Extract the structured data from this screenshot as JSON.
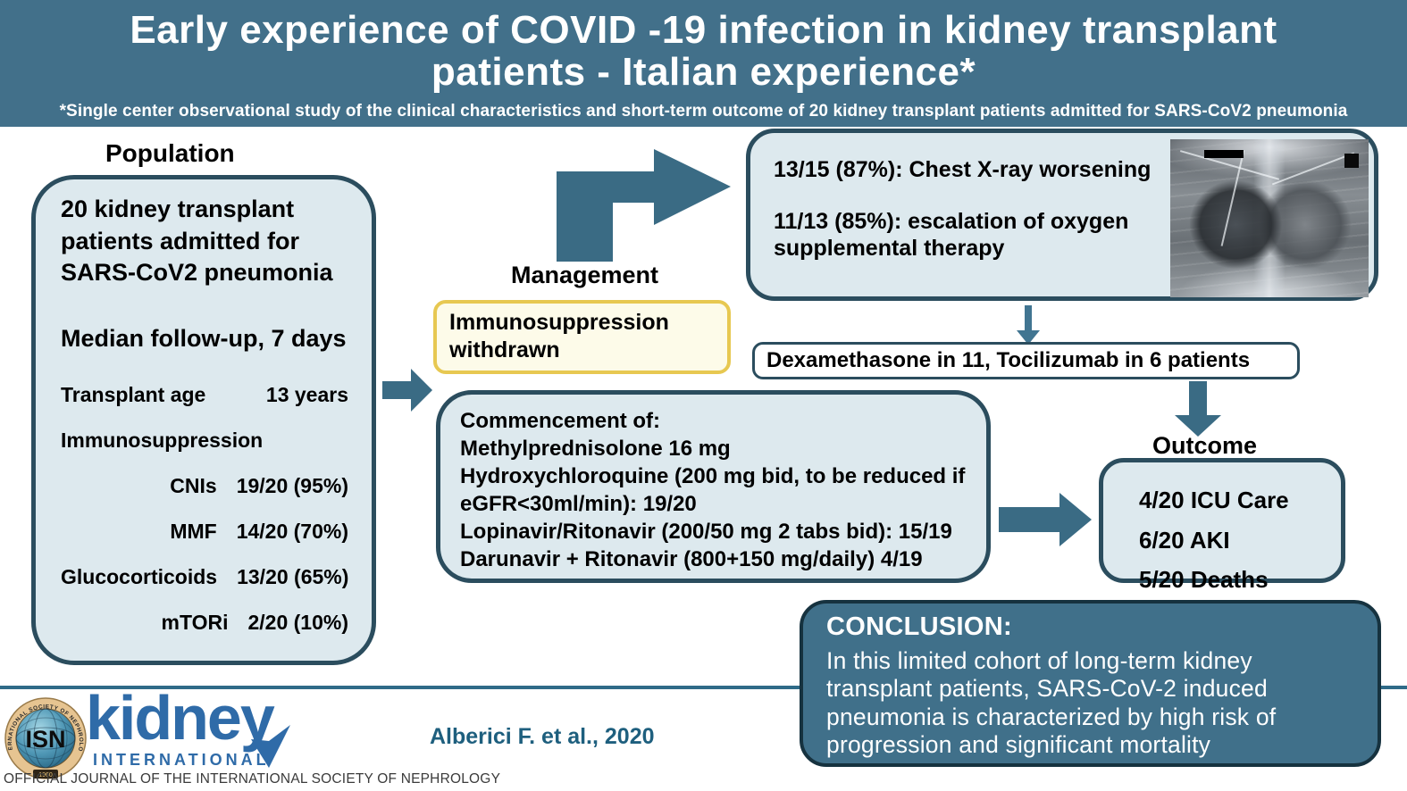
{
  "header": {
    "title_line1": "Early experience of COVID -19 infection in kidney transplant",
    "title_line2": "patients - Italian experience*",
    "subtitle": "*Single center observational study of the clinical characteristics and short-term outcome of 20 kidney transplant patients admitted for SARS-CoV2 pneumonia"
  },
  "population": {
    "heading": "Population",
    "intro": "20 kidney transplant patients admitted for SARS-CoV2 pneumonia",
    "followup": "Median follow-up, 7 days",
    "table": [
      {
        "label": "Transplant age",
        "value": "13 years"
      },
      {
        "label": "Immunosuppression",
        "value": ""
      },
      {
        "label": "CNIs",
        "value": "19/20 (95%)"
      },
      {
        "label": "MMF",
        "value": "14/20 (70%)"
      },
      {
        "label": "Glucocorticoids",
        "value": "13/20 (65%)"
      },
      {
        "label": "mTORi",
        "value": "2/20 (10%)"
      }
    ]
  },
  "management": {
    "heading": "Management",
    "immunosuppression_note": "Immunosuppression withdrawn",
    "commencement_lines": [
      "Commencement of:",
      "Methylprednisolone 16 mg",
      "Hydroxychloroquine (200 mg bid, to be reduced if eGFR<30ml/min): 19/20",
      "Lopinavir/Ritonavir (200/50 mg 2 tabs bid): 15/19",
      "Darunavir + Ritonavir (800+150 mg/daily) 4/19"
    ]
  },
  "clinical_course": {
    "line1": "13/15 (87%): Chest X-ray worsening",
    "line2": "11/13 (85%): escalation of oxygen supplemental therapy"
  },
  "treatment_escalation": "Dexamethasone in 11, Tocilizumab in 6 patients",
  "outcome": {
    "heading": "Outcome",
    "items": [
      "4/20 ICU Care",
      "6/20 AKI",
      "5/20 Deaths"
    ]
  },
  "conclusion": {
    "heading": "CONCLUSION:",
    "body": "In this limited cohort of long-term kidney transplant patients, SARS-CoV-2 induced pneumonia is characterized by high risk of progression and significant mortality"
  },
  "footer": {
    "citation": "Alberici F. et al., 2020",
    "logo": {
      "isn_acronym": "ISN",
      "isn_year": "1960",
      "isn_ring_text": "INTERNATIONAL SOCIETY OF NEPHROLOGY",
      "journal_name": "kidney",
      "journal_sub": "INTERNATIONAL",
      "tagline": "OFFICIAL JOURNAL OF THE INTERNATIONAL SOCIETY OF NEPHROLOGY"
    }
  },
  "colors": {
    "header_teal": "#42708a",
    "box_fill": "#dde9ee",
    "box_border": "#2b4d5e",
    "arrow_teal": "#3a6b84",
    "yellow_border": "#e7c851",
    "yellow_fill": "#fdfbe9",
    "conclusion_fill": "#40708a",
    "citation_color": "#1e5f7e",
    "kidney_blue": "#2f6ba8"
  }
}
